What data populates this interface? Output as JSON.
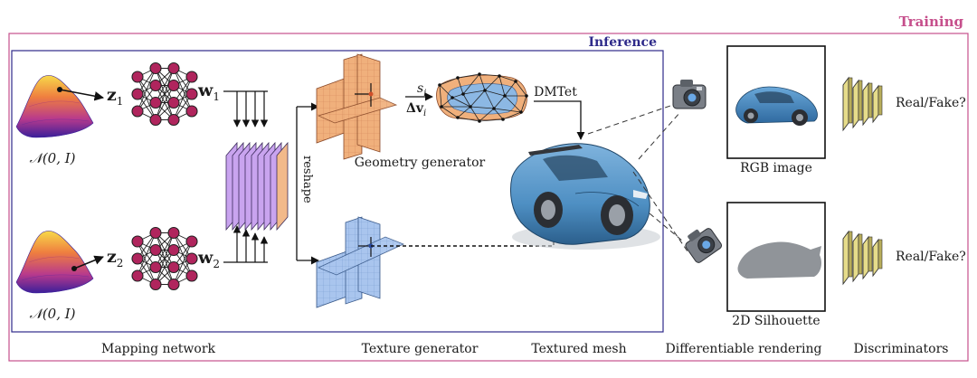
{
  "boxes": {
    "training": "Training",
    "inference": "Inference"
  },
  "latent": {
    "top": {
      "z": "z",
      "z_sub": "1",
      "w": "w",
      "w_sub": "1",
      "dist": "𝒩(0, I)"
    },
    "bottom": {
      "z": "z",
      "z_sub": "2",
      "w": "w",
      "w_sub": "2",
      "dist": "𝒩(0, I)"
    }
  },
  "labels": {
    "reshape": "reshape",
    "geometry_generator": "Geometry generator",
    "s": "s",
    "s_sub": "i",
    "dv": "Δv",
    "dv_sub": "i",
    "dmtet": "DMTet",
    "rgb_image": "RGB image",
    "silhouette": "2D Silhouette",
    "real_fake_top": "Real/Fake?",
    "real_fake_bottom": "Real/Fake?"
  },
  "stages": {
    "mapping": "Mapping network",
    "texture": "Texture generator",
    "mesh": "Textured mesh",
    "rendering": "Differentiable rendering",
    "discriminators": "Discriminators"
  },
  "colors": {
    "training_border": "#c64f8c",
    "inference_border": "#2e2a8a",
    "neuron": "#b0255d",
    "geometry_plane": "#f0b07c",
    "texture_plane": "#a9c5ee",
    "feature_stack": "#c9a4ef",
    "discriminator": "#e6dc8a",
    "car_body": "#4e8fc3"
  }
}
